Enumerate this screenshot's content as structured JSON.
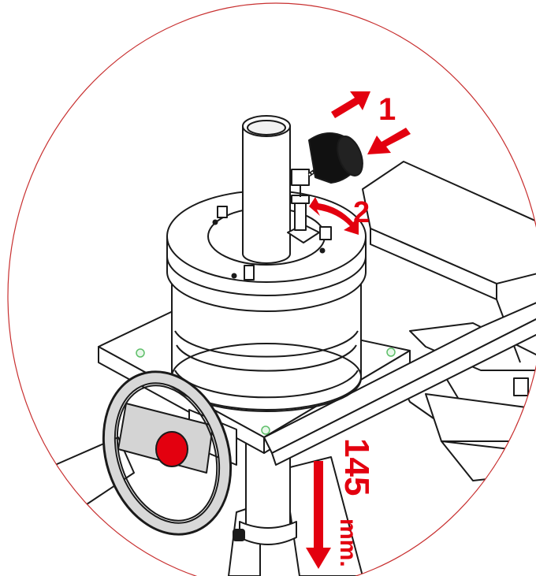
{
  "labels": {
    "step1": "1",
    "step2": "2",
    "distance": "145",
    "unit": "mm."
  },
  "colors": {
    "accent": "#e3000f",
    "frame": "#c83030",
    "line": "#1a1a1a",
    "shade": "#d4d4d4",
    "highlight": "#e8f8ea"
  },
  "icons": {
    "arrow": "arrow-icon",
    "double_arrow": "curved-double-arrow-icon",
    "knob": "knob-icon"
  }
}
